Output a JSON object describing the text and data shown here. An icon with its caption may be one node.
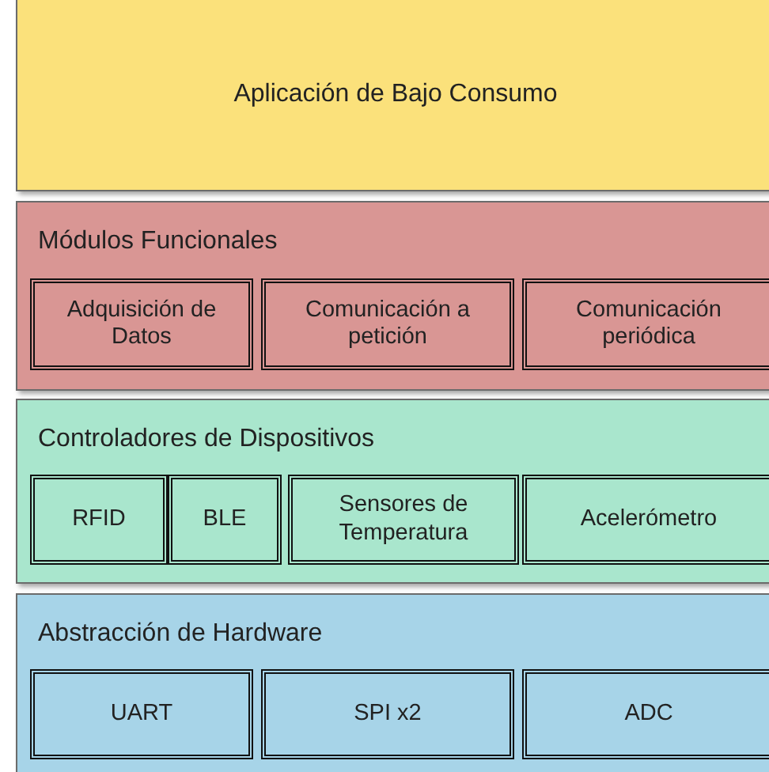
{
  "diagram": {
    "nodes": [
      {
        "text": [
          "Aplicación de Bajo Consumo"
        ]
      },
      {
        "text": [
          "Módulos Funcionales"
        ]
      },
      {
        "text": [
          "Adquisición de Datos"
        ],
        "in": 1
      },
      {
        "text": [
          "Comunicación a petición"
        ],
        "in": 1
      },
      {
        "text": [
          "Comunicación periódica"
        ],
        "in": 1
      },
      {
        "text": [
          "Controladores de Dispositivos"
        ]
      },
      {
        "text": [
          "RFID"
        ],
        "in": 5
      },
      {
        "text": [
          "BLE"
        ],
        "in": 5
      },
      {
        "text": [
          "Sensores de Temperatura"
        ],
        "in": 5
      },
      {
        "text": [
          "Acelerómetro"
        ],
        "in": 5
      },
      {
        "text": [
          "Abstracción de Hardware"
        ]
      },
      {
        "text": [
          "UART"
        ],
        "in": 10
      },
      {
        "text": [
          "SPI x2"
        ],
        "in": 10
      },
      {
        "text": [
          "ADC"
        ],
        "in": 10
      }
    ]
  }
}
